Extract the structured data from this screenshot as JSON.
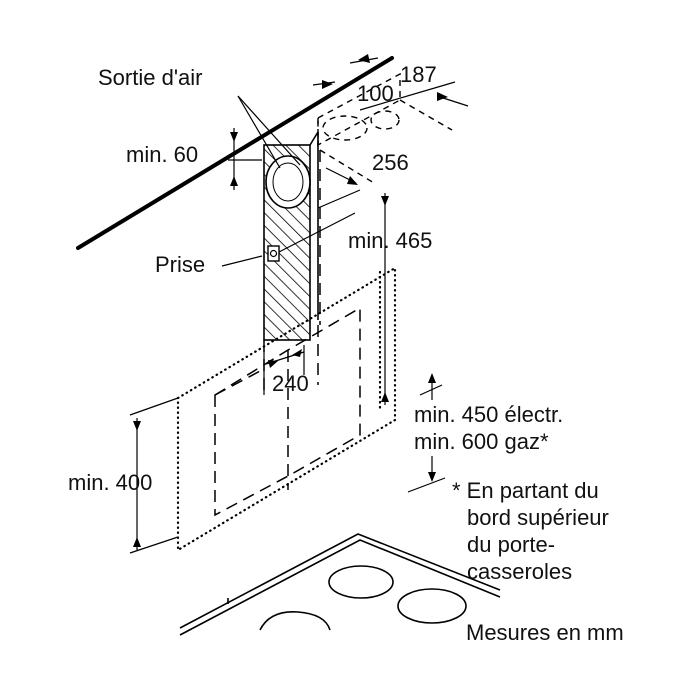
{
  "labels": {
    "air_outlet": "Sortie d'air",
    "socket": "Prise",
    "dim_min_60": "min. 60",
    "dim_100": "100",
    "dim_187": "187",
    "dim_256": "256",
    "dim_min_465": "min. 465",
    "dim_240": "240",
    "dim_min_400": "min. 400",
    "dim_min_450_electric": "min. 450 électr.",
    "dim_min_600_gas": "min. 600 gaz*",
    "footnote_line1": "* En partant du",
    "footnote_line2": "bord supérieur",
    "footnote_line3": "du porte-",
    "footnote_line4": "casseroles",
    "units": "Mesures en mm"
  }
}
